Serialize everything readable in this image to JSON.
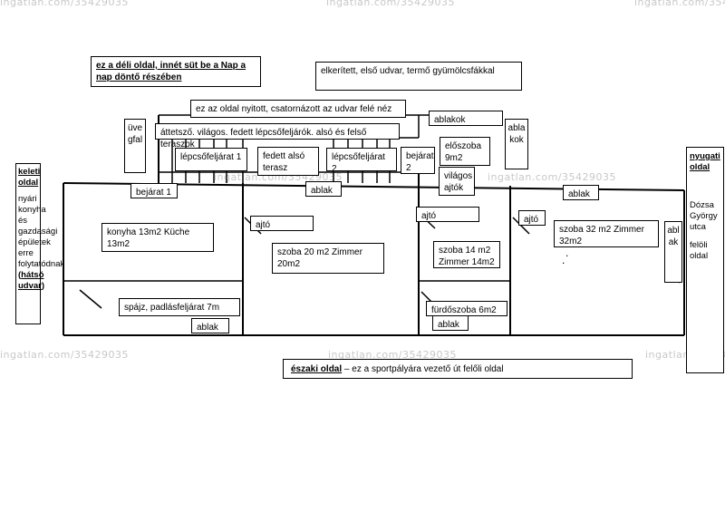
{
  "watermark": "ingatlan.com/35429035",
  "labels": {
    "south_side": "ez a déli oldal, innét süt be a Nap a nap döntő részében",
    "front_yard": "elkerített, első udvar, termő gyümölcsfákkal",
    "open_side": "ez az oldal nyitott, csatornázott az udvar felé néz",
    "windows_top": "ablakok",
    "glass_wall": "üvegfal",
    "terrace_row": "áttetsző. világos. fedett lépcsőfeljárók. alsó és felső teraszok",
    "window_col": "ablakok",
    "stair1": "lépcsőfeljárat 1",
    "covered_terrace": "fedett alsó terasz",
    "stair2": "lépcsőfeljárat 2",
    "entrance2": "bejárat 2",
    "hall": "előszoba 9m2",
    "light_doors": "világos ajtók",
    "east_title": "keleti oldal",
    "east_body": "nyári konyha és gazdasági épületek erre folytatódnak",
    "east_yard": "hátsó udvar",
    "entrance1": "bejárat 1",
    "window_a": "ablak",
    "window_b": "ablak",
    "window_c": "ablak",
    "window_d": "ablak",
    "kitchen": "konyha 13m2 Küche 13m2",
    "door1": "ajtó",
    "room20": "szoba 20 m2 Zimmer 20m2",
    "door2": "ajtó",
    "room14": "szoba 14 m2 Zimmer 14m2",
    "door3": "ajtó",
    "room32": "szoba 32 m2 Zimmer 32m2",
    "window_right_vert": "ablak",
    "west_title": "nyugati oldal",
    "west_body_1": "Dózsa György utca",
    "west_body_2": "felöli oldal",
    "pantry": "spájz, padlásfeljárat 7m",
    "bathroom": "fürdőszoba 6m2",
    "north_side_bold": "északi oldal",
    "north_side_rest": " – ez a sportpályára vezető út felőli oldal"
  }
}
